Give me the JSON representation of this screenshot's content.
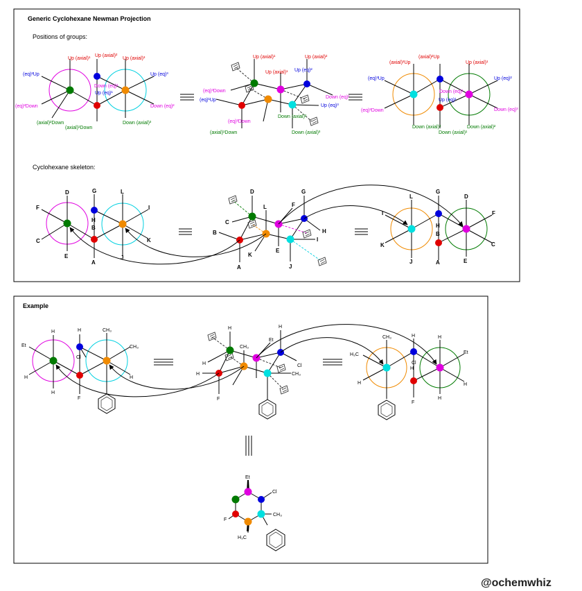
{
  "top_panel": {
    "title": "Generic Cyclohexane Newman Projection",
    "positions_heading": "Positions of groups:",
    "skeleton_heading": "Cyclohexane skeleton:"
  },
  "example_panel": {
    "title": "Example"
  },
  "watermark": "@ochemwhiz",
  "colors": {
    "red": "#e00000",
    "blue": "#0000dd",
    "magenta": "#e000e0",
    "green": "#007a00",
    "orange": "#f08a00",
    "cyan": "#00e0e0",
    "text": "#000000",
    "frame": "#000000",
    "circle_green": "#e000e0",
    "circle_orange": "#00d0e0"
  },
  "positions": {
    "p1": {
      "ax_up1": "Up (axial)¹",
      "ax_up2": "Up (axial)²",
      "ax_up3": "Up (axial)³",
      "eq_up2": "(eq)²Up",
      "eq_up3": "Up (eq)³",
      "down_eq1": "Down (eq)¹",
      "up_eq1": "Up (eq)¹",
      "eq_down2": "(eq)²Down",
      "down_eq2": "Down (eq)²",
      "ax_down2": "(axial)²Down",
      "ax_down1": "(axial)¹Down",
      "down_ax3": "Down (axial)³"
    },
    "p2": {
      "ax_up1": "Up (axial)¹",
      "ax_up2": "Up (axial)²",
      "ax_up1b": "Up (axial)¹",
      "up_eq2": "Up (eq)²",
      "eq_down3": "(eq)³Down",
      "eq_up1": "(eq)¹Up",
      "down_eq1": "Down (eq)¹",
      "up_eq3": "Up (eq)³",
      "eq_down2": "(eq)²Down",
      "down_ax2": "Down (axial)²",
      "ax_down1": "(axial)¹Down",
      "down_ax3": "Down (axial)³"
    },
    "p3": {
      "ax_up3": "(axial)³Up",
      "ax_up2": "(axial)²Up",
      "up_ax1": "Up (axial)¹",
      "eq_up3": "(eq)³Up",
      "up_eq2": "Up (eq)²",
      "down_eq1": "Down (eq)¹",
      "up_eq1": "Up (eq)¹",
      "eq_down2": "(eq)²Down",
      "down_eq3": "Down (eq)³",
      "down_ax3": "Down (axial)³",
      "down_ax2": "Down (axial)²",
      "down_ax1": "Down (axial)¹"
    }
  },
  "skeleton_labels": {
    "s1": [
      "D",
      "G",
      "L",
      "F",
      "I",
      "H",
      "B",
      "C",
      "K",
      "E",
      "J",
      "A"
    ],
    "s2": [
      "D",
      "G",
      "L",
      "F",
      "C",
      "B",
      "H",
      "I",
      "K",
      "E",
      "J",
      "A"
    ],
    "s3": [
      "L",
      "G",
      "D",
      "F",
      "I",
      "H",
      "B",
      "K",
      "C",
      "J",
      "A",
      "E"
    ]
  },
  "example": {
    "h": "H",
    "et": "Et",
    "cl": "Cl",
    "f": "F",
    "ch3": "CH₃",
    "h3c": "H₃C"
  }
}
